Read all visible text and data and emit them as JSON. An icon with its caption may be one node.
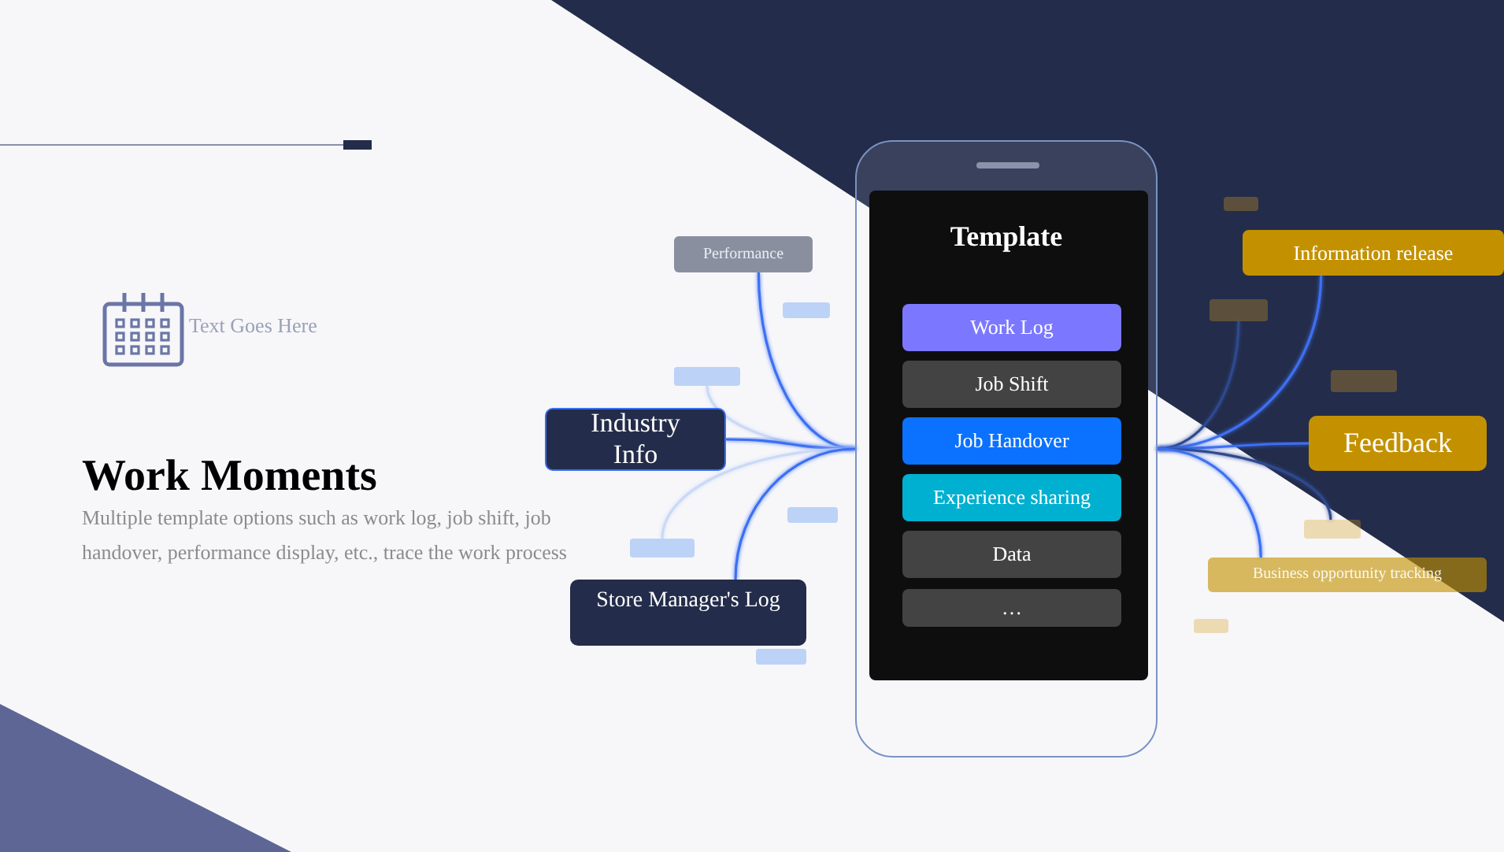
{
  "diagram": {
    "title": "Work Moments",
    "nodes": [
      {
        "text": [
          "Template"
        ]
      },
      {
        "text": [
          "Work Log"
        ],
        "in": 0
      },
      {
        "text": [
          "Job Shift"
        ],
        "in": 0
      },
      {
        "text": [
          "Job Handover"
        ],
        "in": 0
      },
      {
        "text": [
          "Experience sharing"
        ],
        "in": 0
      },
      {
        "text": [
          "Data"
        ],
        "in": 0
      },
      {
        "text": [
          "…"
        ],
        "in": 0
      },
      {
        "text": [
          "Performance"
        ]
      },
      {
        "text": [
          "Industry Info"
        ]
      },
      {
        "text": [
          "Store Manager's Log"
        ]
      },
      {
        "text": [
          "Information release"
        ]
      },
      {
        "text": [
          "Feedback"
        ]
      },
      {
        "text": [
          "Business opportunity tracking"
        ]
      },
      {
        "text": [],
        "shape": "box"
      },
      {
        "text": [],
        "shape": "box"
      },
      {
        "text": [],
        "shape": "box"
      },
      {
        "text": [],
        "shape": "box"
      },
      {
        "text": [],
        "shape": "box"
      },
      {
        "text": [],
        "shape": "box"
      },
      {
        "text": [],
        "shape": "box"
      },
      {
        "text": [],
        "shape": "box"
      },
      {
        "text": [],
        "shape": "box"
      },
      {
        "text": [],
        "shape": "box"
      }
    ],
    "edges": [
      {
        "from": 0,
        "to": 7,
        "arrow": "none"
      },
      {
        "from": 0,
        "to": 13,
        "arrow": "none",
        "color": "#cbd9f6"
      },
      {
        "from": 0,
        "to": 8,
        "arrow": "none"
      },
      {
        "from": 0,
        "to": 14,
        "arrow": "none",
        "color": "#cbd9f6"
      },
      {
        "from": 0,
        "to": 9,
        "arrow": "none"
      },
      {
        "from": 0,
        "to": 10,
        "arrow": "none"
      },
      {
        "from": 0,
        "to": 15,
        "arrow": "none",
        "color": "#2e4a8f"
      },
      {
        "from": 0,
        "to": 11,
        "arrow": "none"
      },
      {
        "from": 0,
        "to": 16,
        "arrow": "none",
        "color": "#2e4a8f"
      },
      {
        "from": 0,
        "to": 12,
        "arrow": "none"
      }
    ],
    "labels": [
      "Text Goes Here",
      "Multiple template options such as work log, job shift, job handover, performance display, etc., trace the work process"
    ]
  }
}
